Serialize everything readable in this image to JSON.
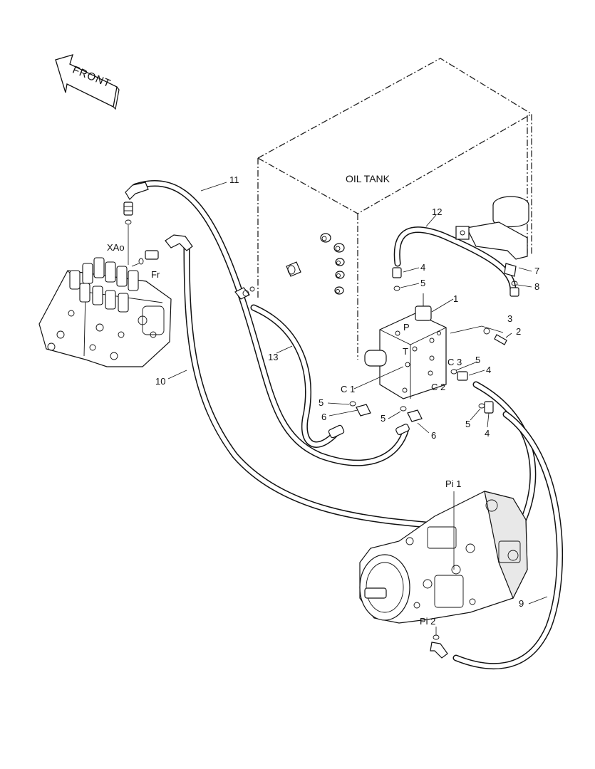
{
  "labels": {
    "front": "FRONT",
    "oil_tank": "OIL TANK",
    "xao": "XAo",
    "fr": "Fr",
    "p": "P",
    "t": "T",
    "c1": "C 1",
    "c2": "C 2",
    "c3": "C 3",
    "pi1": "Pi 1",
    "pi2": "Pi 2"
  },
  "callouts": {
    "n1": "1",
    "n2": "2",
    "n3": "3",
    "n4a": "4",
    "n4b": "4",
    "n4c": "4",
    "n5a": "5",
    "n5b": "5",
    "n5c": "5",
    "n5d": "5",
    "n5e": "5",
    "n6a": "6",
    "n6b": "6",
    "n7": "7",
    "n8": "8",
    "n9": "9",
    "n10": "10",
    "n11": "11",
    "n12": "12",
    "n13": "13"
  }
}
